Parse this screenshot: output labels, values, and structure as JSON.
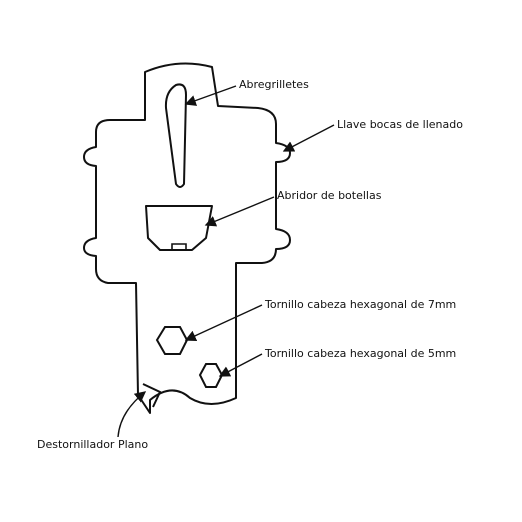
{
  "diagram": {
    "labels": [
      {
        "id": "abregrilletes",
        "text": "Abregrilletes"
      },
      {
        "id": "llave-bocas",
        "text": "Llave bocas de llenado"
      },
      {
        "id": "abridor",
        "text": "Abridor de botellas"
      },
      {
        "id": "tornillo-7",
        "text": "Tornillo cabeza hexagonal de 7mm"
      },
      {
        "id": "tornillo-5",
        "text": "Tornillo cabeza hexagonal de 5mm"
      },
      {
        "id": "destornillador",
        "text": "Destornillador Plano"
      }
    ],
    "colors": {
      "line": "#111111",
      "background": "#ffffff"
    }
  }
}
